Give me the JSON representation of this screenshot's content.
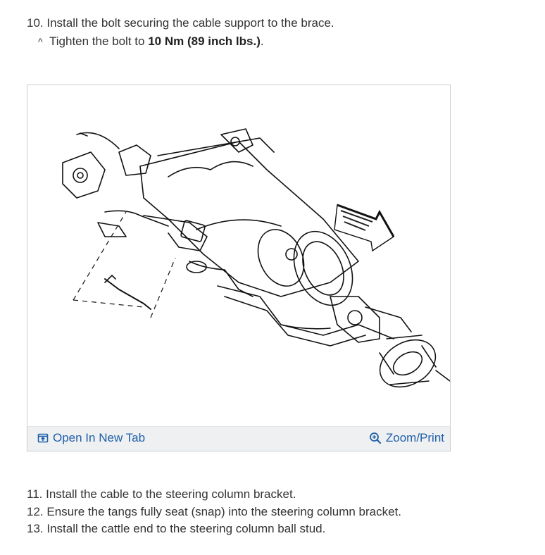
{
  "step10": {
    "number": "10.",
    "text": "Install the bolt securing the cable support to the brace."
  },
  "substep": {
    "caret": "^",
    "prefix": "Tighten the bolt to",
    "torque": "10 Nm (89 inch lbs.)",
    "suffix": "."
  },
  "figure": {
    "open_tab_label": "Open In New Tab",
    "zoom_label": "Zoom/Print",
    "open_tab_icon": "open-new-tab-icon",
    "zoom_icon": "zoom-in-icon",
    "link_color": "#1f5fa8"
  },
  "steps": [
    {
      "number": "11.",
      "text": "Install the cable to the steering column bracket."
    },
    {
      "number": "12.",
      "text": "Ensure the tangs fully seat (snap) into the steering column bracket."
    },
    {
      "number": "13.",
      "text": "Install the cattle end to the steering column ball stud."
    }
  ]
}
